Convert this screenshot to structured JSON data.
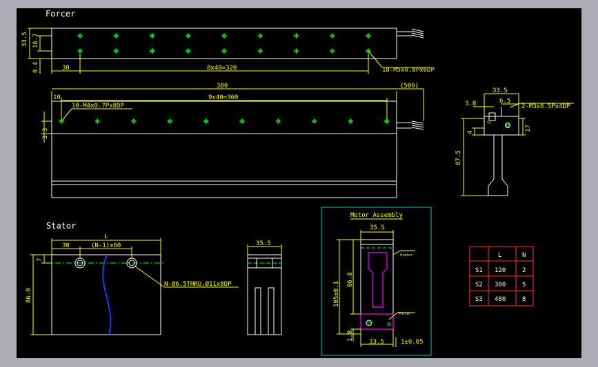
{
  "titles": {
    "forcer": "Forcer",
    "stator": "Stator",
    "motor_assembly": "Motor Assembly",
    "stator_callout": "Stator",
    "forcer_callout": "Forcer"
  },
  "forcer_top": {
    "dim_33_5": "33.5",
    "dim_16_7": "16.7",
    "dim_8_4": "8.4",
    "dim_30": "30",
    "dim_8x40": "8x40=320",
    "holes_note": "18-M5x0.8Px6DP"
  },
  "forcer_front": {
    "dim_380": "380",
    "dim_500": "(500)",
    "dim_10": "10",
    "dim_9x40": "9x40=360",
    "holes_note": "10-M4x0.7Px8DP",
    "dim_3_3": "3.3"
  },
  "side_view": {
    "dim_33_5": "33.5",
    "dim_6_5": "6.5",
    "dim_3_8": "3.8",
    "holes_note": "2-M3x0.5Px4DP",
    "dim_17": "17",
    "dim_4": "4",
    "dim_87_5": "87.5"
  },
  "stator": {
    "dim_L": "L",
    "dim_30": "30",
    "dim_n1x60": "(N-1)x60",
    "dim_7": "7",
    "dim_86_8": "86.8",
    "holes_note": "N-Ø6.5THRU,Ø11x8DP",
    "dim_35_5": "35.5"
  },
  "assembly": {
    "dim_35_5": "35.5",
    "dim_105": "105±0.1",
    "dim_86_8": "86.8",
    "dim_1_8": "1.8",
    "dim_33_5": "33.5",
    "dim_gap": "1±0.05"
  },
  "table": {
    "headers": [
      "",
      "L",
      "N"
    ],
    "rows": [
      [
        "S1",
        "120",
        "2"
      ],
      [
        "S2",
        "300",
        "5"
      ],
      [
        "S3",
        "480",
        "8"
      ]
    ]
  }
}
